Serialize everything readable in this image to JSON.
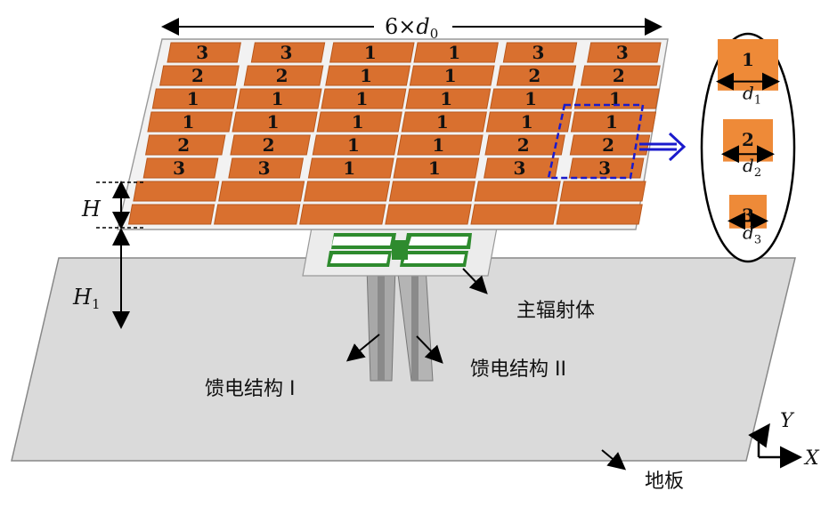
{
  "width_label": {
    "prefix": "6×",
    "var": "d",
    "sub": "0"
  },
  "height_label_H": "H",
  "height_label_H1": {
    "var": "H",
    "sub": "1"
  },
  "patch_rows": [
    [
      "3",
      "3",
      "1",
      "1",
      "3",
      "3"
    ],
    [
      "2",
      "2",
      "1",
      "1",
      "2",
      "2"
    ],
    [
      "1",
      "1",
      "1",
      "1",
      "1",
      "1"
    ],
    [
      "1",
      "1",
      "1",
      "1",
      "1",
      "1"
    ],
    [
      "2",
      "2",
      "1",
      "1",
      "2",
      "2"
    ],
    [
      "3",
      "3",
      "1",
      "1",
      "3",
      "3"
    ]
  ],
  "legend_items": [
    {
      "num": "1",
      "var": "d",
      "sub": "1"
    },
    {
      "num": "2",
      "var": "d",
      "sub": "2"
    },
    {
      "num": "3",
      "var": "d",
      "sub": "3"
    }
  ],
  "labels": {
    "main_radiator": "主辐射体",
    "feed_1": "馈电结构 I",
    "feed_2": "馈电结构 II",
    "ground": "地板",
    "axis_x": "X",
    "axis_y": "Y"
  },
  "colors": {
    "patch": "#d9702f",
    "patch_dark": "#b9581c",
    "ground": "#d9d9d9",
    "dashed_cell": "#1a1acc",
    "arrow_blue": "#1a1acc",
    "feed_green": "#2e8b2e"
  }
}
